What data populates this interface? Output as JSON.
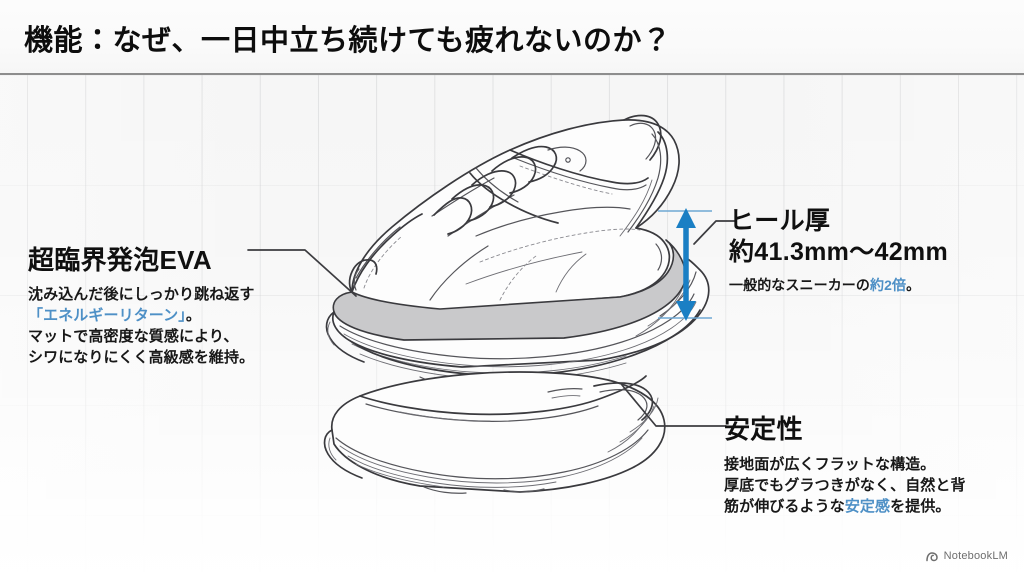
{
  "slide": {
    "title": "機能：なぜ、一日中立ち続けても疲れないのか？",
    "accent_blue": "#1a7fc4",
    "highlight_blue": "#4e90c6",
    "background": "#f4f4f4",
    "ink": "#101010"
  },
  "annotations": {
    "eva": {
      "heading": "超臨界発泡EVA",
      "line1": "沈み込んだ後にしっかり跳ね返す",
      "line2_pre": "",
      "line2_hl": "「エネルギーリターン」",
      "line2_post": "。",
      "line3": "マットで高密度な質感により、",
      "line4": "シワになりにくく高級感を維持。"
    },
    "heel": {
      "heading_line1": "ヒール厚",
      "heading_line2": "約41.3mm〜42mm",
      "sub_pre": "一般的なスニーカーの",
      "sub_hl": "約2倍",
      "sub_post": "。"
    },
    "stability": {
      "heading": "安定性",
      "line1": "接地面が広くフラットな構造。",
      "line2": "厚底でもグラつきがなく、自然と背",
      "line3_pre": "筋が伸びるような",
      "line3_hl": "安定感",
      "line3_post": "を提供。"
    }
  },
  "measurement": {
    "arrow_name": "heel-thickness-double-arrow"
  },
  "watermark": {
    "label": "NotebookLM"
  }
}
